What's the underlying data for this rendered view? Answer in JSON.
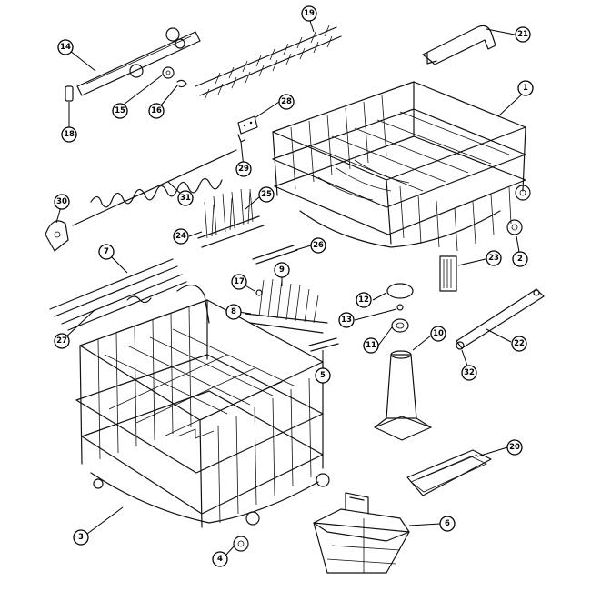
{
  "callouts": [
    {
      "num": "1"
    },
    {
      "num": "2"
    },
    {
      "num": "3"
    },
    {
      "num": "4"
    },
    {
      "num": "5"
    },
    {
      "num": "6"
    },
    {
      "num": "7"
    },
    {
      "num": "8"
    },
    {
      "num": "9"
    },
    {
      "num": "10"
    },
    {
      "num": "11"
    },
    {
      "num": "12"
    },
    {
      "num": "13"
    },
    {
      "num": "14"
    },
    {
      "num": "15"
    },
    {
      "num": "16"
    },
    {
      "num": "17"
    },
    {
      "num": "18"
    },
    {
      "num": "19"
    },
    {
      "num": "20"
    },
    {
      "num": "21"
    },
    {
      "num": "22"
    },
    {
      "num": "23"
    },
    {
      "num": "24"
    },
    {
      "num": "25"
    },
    {
      "num": "26"
    },
    {
      "num": "27"
    },
    {
      "num": "28"
    },
    {
      "num": "29"
    },
    {
      "num": "30"
    },
    {
      "num": "31"
    },
    {
      "num": "32"
    }
  ]
}
